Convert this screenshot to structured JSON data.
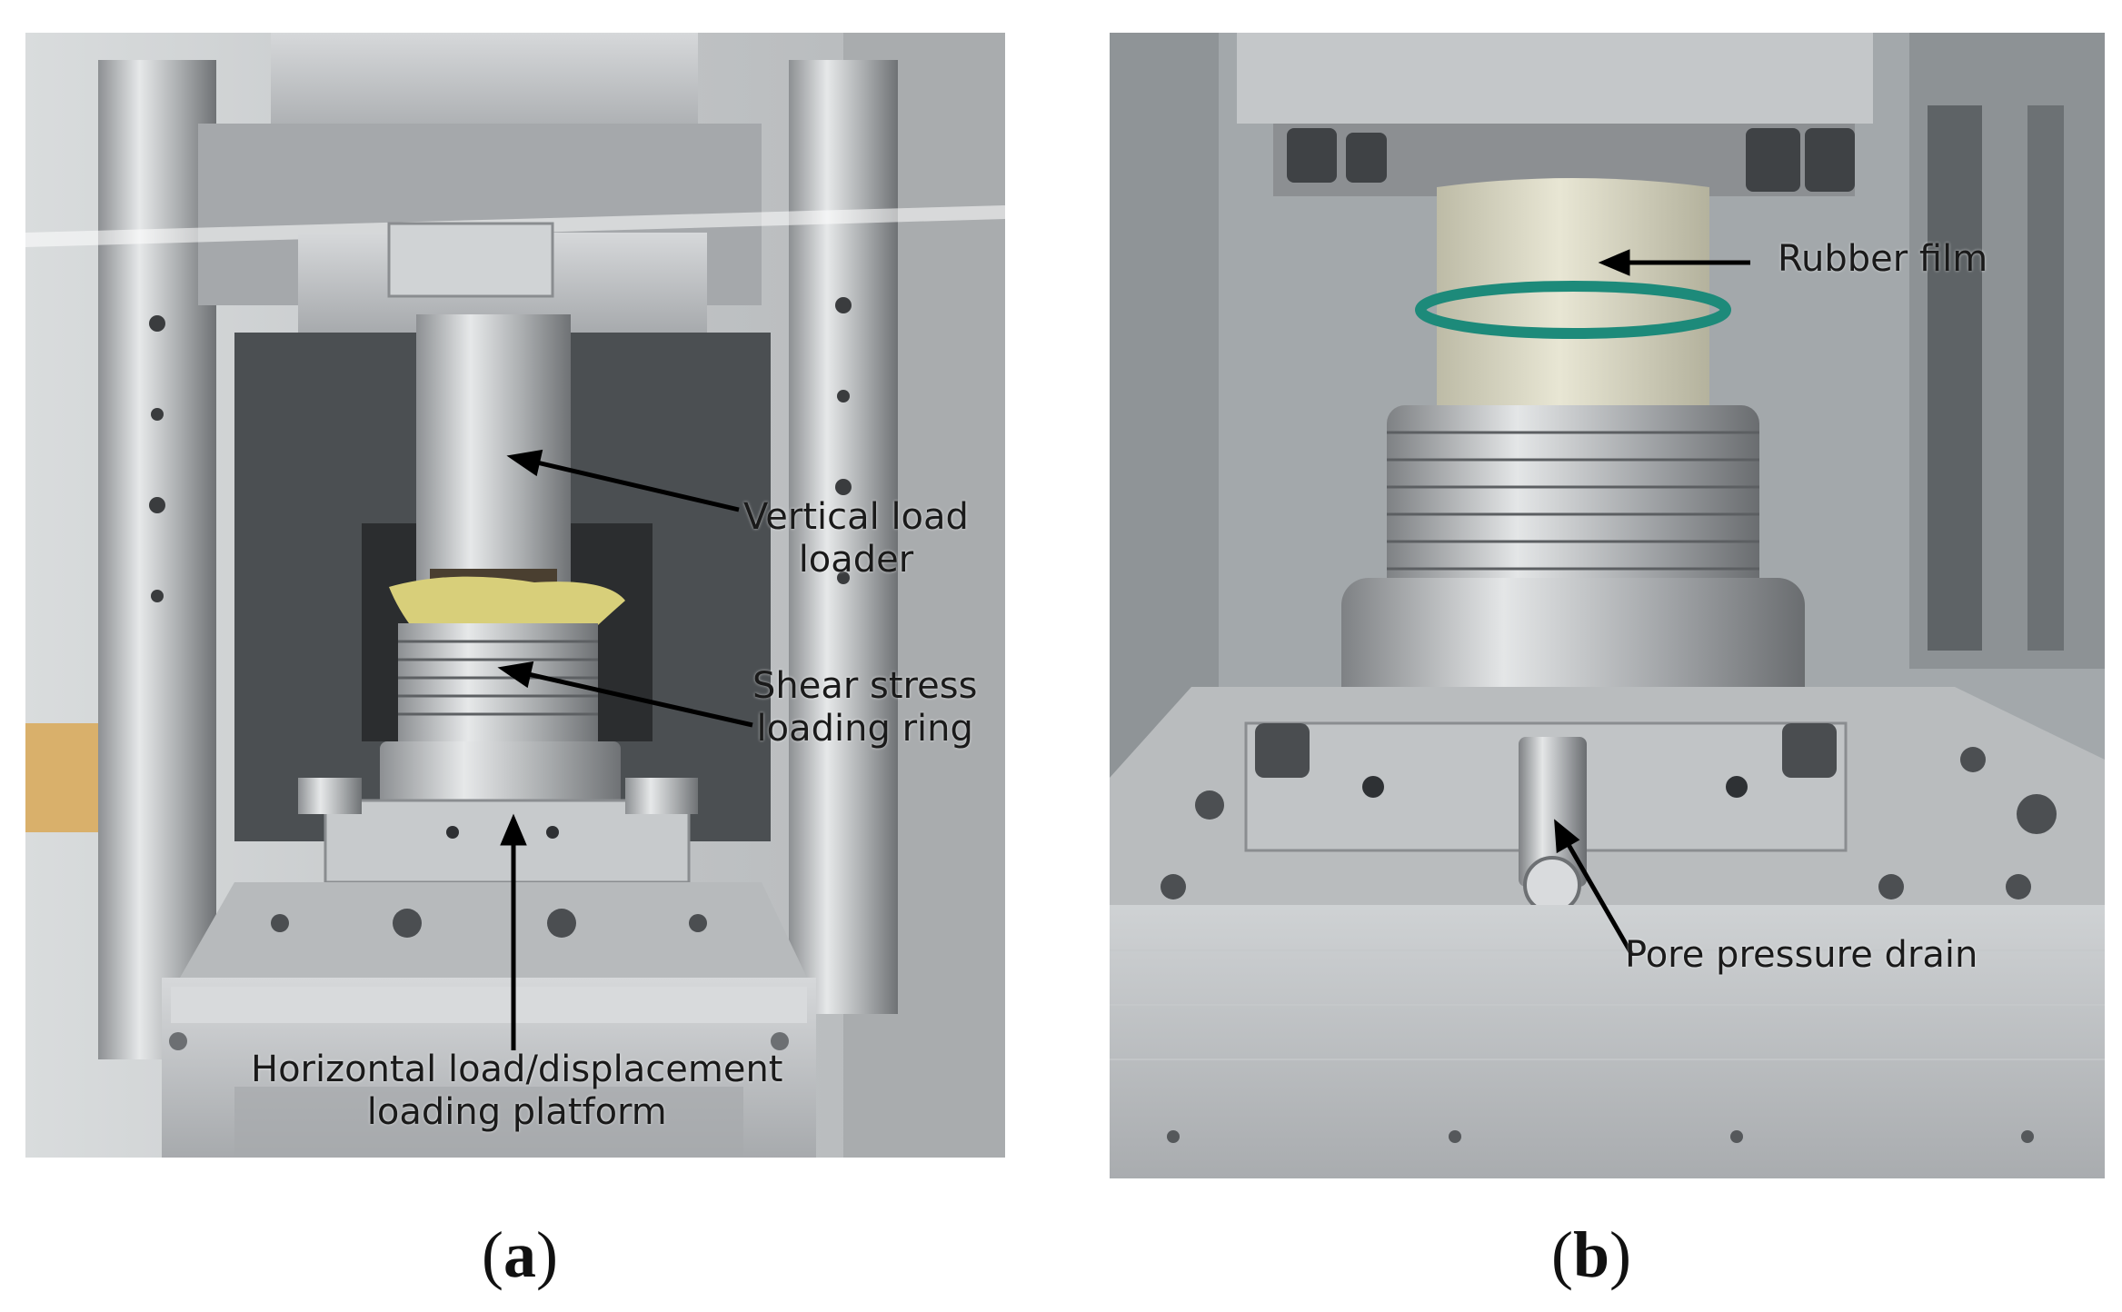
{
  "panels": [
    {
      "id": "a",
      "caption": "a",
      "labels": {
        "vertical_load": [
          "Vertical load",
          "loader"
        ],
        "shear_ring": [
          "Shear stress",
          "loading ring"
        ],
        "horizontal": [
          "Horizontal load/displacement",
          "loading platform"
        ]
      }
    },
    {
      "id": "b",
      "caption": "b",
      "labels": {
        "rubber_film": "Rubber film",
        "pore_drain": "Pore pressure drain"
      }
    }
  ]
}
